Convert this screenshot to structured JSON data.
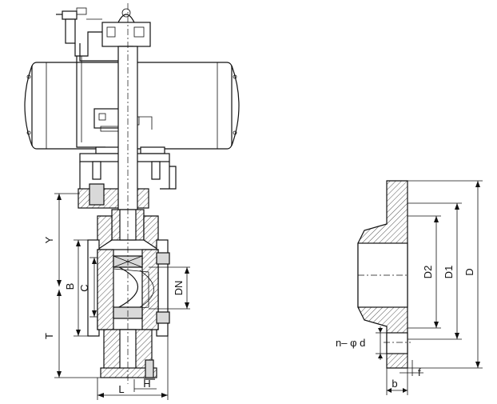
{
  "labels": {
    "Y": "Y",
    "B": "B",
    "C": "C",
    "T": "T",
    "DN": "DN",
    "L": "L",
    "H": "H",
    "D2": "D2",
    "D1": "D1",
    "D": "D",
    "nd": "n– φ d",
    "f": "f",
    "b": "b"
  }
}
